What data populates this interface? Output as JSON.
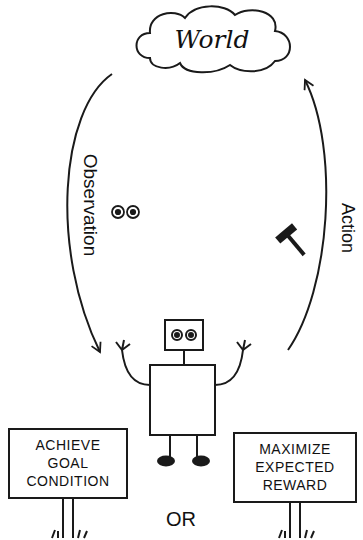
{
  "diagram": {
    "nodes": [
      {
        "text": [
          "World"
        ]
      },
      {
        "text": [
          "ACHIEVE GOAL CONDITION"
        ]
      },
      {
        "text": [
          "MAXIMIZE EXPECTED REWARD"
        ]
      }
    ],
    "labels": [
      "Observation",
      "Action",
      "OR"
    ]
  }
}
